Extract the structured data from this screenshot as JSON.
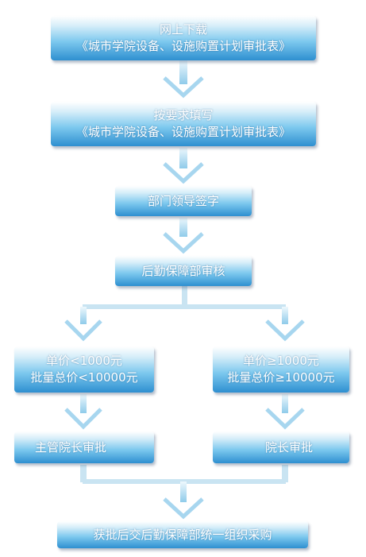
{
  "flowchart": {
    "step1": {
      "line1": "网上下载",
      "line2": "《城市学院设备、设施购置计划审批表》"
    },
    "step2": {
      "line1": "按要求填写",
      "line2": "《城市学院设备、设施购置计划审批表》"
    },
    "step3": {
      "label": "部门领导签字"
    },
    "step4": {
      "label": "后勤保障部审核"
    },
    "branch_left": {
      "line1": "单价<1000元",
      "line2": "批量总价<10000元"
    },
    "branch_right": {
      "line1": "单价≥1000元",
      "line2": "批量总价≥10000元"
    },
    "approve_left": {
      "label": "主管院长审批"
    },
    "approve_right": {
      "label": "院长审批"
    },
    "final": {
      "label": "获批后交后勤保障部统一组织采购"
    }
  },
  "colors": {
    "box_top": "#ffffff",
    "box_bottom": "#2e8fd0",
    "arrow": "#a7d6ef",
    "connector": "#bcdcee"
  }
}
